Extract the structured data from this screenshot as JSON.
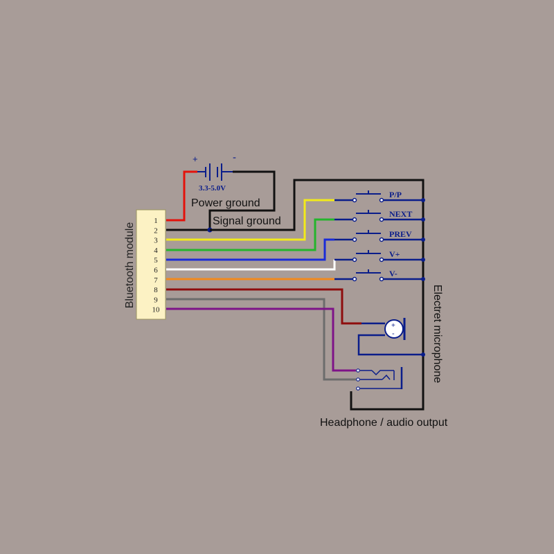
{
  "module": {
    "title": "Bluetooth module",
    "pins": [
      "1",
      "2",
      "3",
      "4",
      "5",
      "6",
      "7",
      "8",
      "9",
      "10"
    ]
  },
  "battery": {
    "plus": "+",
    "minus": "-",
    "voltage": "3.3-5.0V"
  },
  "labels": {
    "power_ground": "Power ground",
    "signal_ground": "Signal ground",
    "microphone": "Electret microphone",
    "headphone": "Headphone / audio output"
  },
  "buttons": [
    "P/P",
    "NEXT",
    "PREV",
    "V+",
    "V-"
  ],
  "mic": {
    "plus": "+",
    "minus": "-"
  },
  "colors": {
    "background": "#a89c98",
    "module_fill": "#fcf2c4",
    "pin1_power": "#e3120b",
    "ground": "#111111",
    "pin3": "#f2ea1a",
    "pin4": "#24b52c",
    "pin5": "#1a2bd8",
    "pin6": "#ffffff",
    "pin7": "#f2891c",
    "pin8": "#8e0d0d",
    "pin9": "#6c6c6c",
    "pin10": "#7e1388",
    "switch_bus": "#0a1d8a"
  }
}
